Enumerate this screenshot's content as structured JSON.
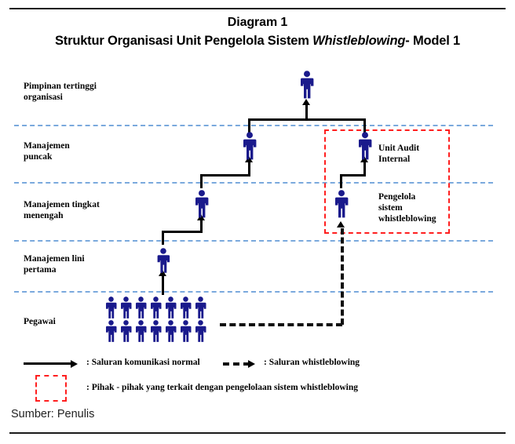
{
  "figure": {
    "title_line1": "Diagram 1",
    "title_line2_pre": "Struktur Organisasi Unit Pengelola Sistem ",
    "title_line2_italic": "Whistleblowing",
    "title_line2_post": "- Model 1",
    "source": "Sumber: Penulis"
  },
  "colors": {
    "person": "#1a1a8c",
    "person_dark": "#00007a",
    "divider": "#7aa9dd",
    "highlight": "#ff1f1f",
    "connector": "#000000"
  },
  "rows": [
    {
      "label": "Pimpinan tertinggi\norganisasi"
    },
    {
      "label": "Manajemen\npuncak"
    },
    {
      "label": "Manajemen tingkat\nmenengah"
    },
    {
      "label": "Manajemen lini\npertama"
    },
    {
      "label": "Pegawai"
    }
  ],
  "highlight_box": {
    "labels": [
      "Unit Audit\nInternal",
      "Pengelola\nsistem\nwhistleblowing"
    ]
  },
  "legend": {
    "items": [
      {
        "marker": "solid-arrow",
        "text": ": Saluran komunikasi normal"
      },
      {
        "marker": "dashed-arrow",
        "text": ": Saluran whistleblowing"
      },
      {
        "marker": "red-dashed-box",
        "text": ": Pihak - pihak yang terkait dengan pengelolaan sistem whistleblowing"
      }
    ]
  },
  "chart_data": {
    "type": "diagram",
    "title": "Struktur Organisasi Unit Pengelola Sistem Whistleblowing - Model 1",
    "levels": [
      {
        "name": "Pimpinan tertinggi organisasi",
        "node_count": 1
      },
      {
        "name": "Manajemen puncak",
        "node_count": 2
      },
      {
        "name": "Manajemen tingkat menengah",
        "node_count": 2
      },
      {
        "name": "Manajemen lini pertama",
        "node_count": 1
      },
      {
        "name": "Pegawai",
        "node_count": 14
      }
    ],
    "employee_grid": {
      "columns": 7,
      "rows": 2,
      "total": 14
    },
    "normal_channel_path": "Pegawai -> Manajemen lini pertama -> Manajemen tingkat menengah -> Manajemen puncak -> Pimpinan tertinggi organisasi",
    "whistleblowing_channel_path": "Pegawai -> Pengelola sistem whistleblowing -> Unit Audit Internal",
    "highlighted_units": [
      "Unit Audit Internal",
      "Pengelola sistem whistleblowing"
    ]
  }
}
